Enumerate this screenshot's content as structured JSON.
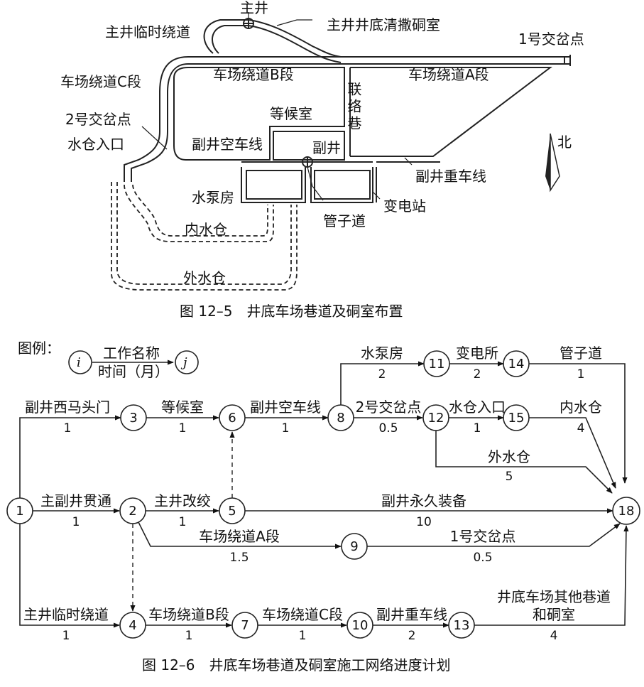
{
  "layout": {
    "labels": {
      "main_shaft": "主井",
      "main_temp_bypass": "主井临时绕道",
      "main_sump_room": "主井井底清撒硐室",
      "junction1": "1号交岔点",
      "bypass_c": "车场绕道C段",
      "bypass_b": "车场绕道B段",
      "link_lane": "联络巷",
      "bypass_a": "车场绕道A段",
      "waiting_room": "等候室",
      "junction2": "2号交岔点",
      "sump_entrance": "水仓入口",
      "aux_empty_line": "副井空车线",
      "aux_shaft": "副井",
      "aux_heavy_line": "副井重车线",
      "north": "北",
      "pump_room": "水泵房",
      "substation": "变电站",
      "pipe_lane": "管子道",
      "inner_sump": "内水仓",
      "outer_sump": "外水仓"
    },
    "caption": "图 12–5　井底车场巷道及硐室布置"
  },
  "network": {
    "legend": {
      "title": "图例：",
      "i": "i",
      "j": "j",
      "work_name": "工作名称",
      "duration": "时间（月）"
    },
    "nodes": [
      "1",
      "2",
      "3",
      "4",
      "5",
      "6",
      "7",
      "8",
      "9",
      "10",
      "11",
      "12",
      "13",
      "14",
      "15",
      "18"
    ],
    "activities": [
      {
        "from": "1",
        "to": "3",
        "name": "副井西马头门",
        "duration": "1"
      },
      {
        "from": "3",
        "to": "6",
        "name": "等候室",
        "duration": "1"
      },
      {
        "from": "6",
        "to": "8",
        "name": "副井空车线",
        "duration": "1"
      },
      {
        "from": "8",
        "to": "12",
        "name": "2号交岔点",
        "duration": "0.5"
      },
      {
        "from": "8",
        "to": "11",
        "name": "水泵房",
        "duration": "2"
      },
      {
        "from": "11",
        "to": "14",
        "name": "变电所",
        "duration": "2"
      },
      {
        "from": "14",
        "to": "18",
        "name": "管子道",
        "duration": "1"
      },
      {
        "from": "12",
        "to": "15",
        "name": "水仓入口",
        "duration": "1"
      },
      {
        "from": "15",
        "to": "18",
        "name": "内水仓",
        "duration": "4"
      },
      {
        "from": "12",
        "to": "18",
        "name": "外水仓",
        "duration": "5"
      },
      {
        "from": "1",
        "to": "2",
        "name": "主副井贯通",
        "duration": "1"
      },
      {
        "from": "2",
        "to": "5",
        "name": "主井改绞",
        "duration": "1"
      },
      {
        "from": "5",
        "to": "18",
        "name": "副井永久装备",
        "duration": "10"
      },
      {
        "from": "2",
        "to": "9",
        "name": "车场绕道A段",
        "duration": "1.5"
      },
      {
        "from": "9",
        "to": "18",
        "name": "1号交岔点",
        "duration": "0.5"
      },
      {
        "from": "1",
        "to": "4",
        "name": "主井临时绕道",
        "duration": "1"
      },
      {
        "from": "4",
        "to": "7",
        "name": "车场绕道B段",
        "duration": "1"
      },
      {
        "from": "7",
        "to": "10",
        "name": "车场绕道C段",
        "duration": "1"
      },
      {
        "from": "10",
        "to": "13",
        "name": "副井重车线",
        "duration": "2"
      },
      {
        "from": "13",
        "to": "18",
        "name": "井底车场其他巷道和硐室",
        "name_line1": "井底车场其他巷道",
        "name_line2": "和硐室",
        "duration": "4"
      }
    ],
    "caption": "图 12–6　井底车场巷道及硐室施工网络进度计划"
  }
}
